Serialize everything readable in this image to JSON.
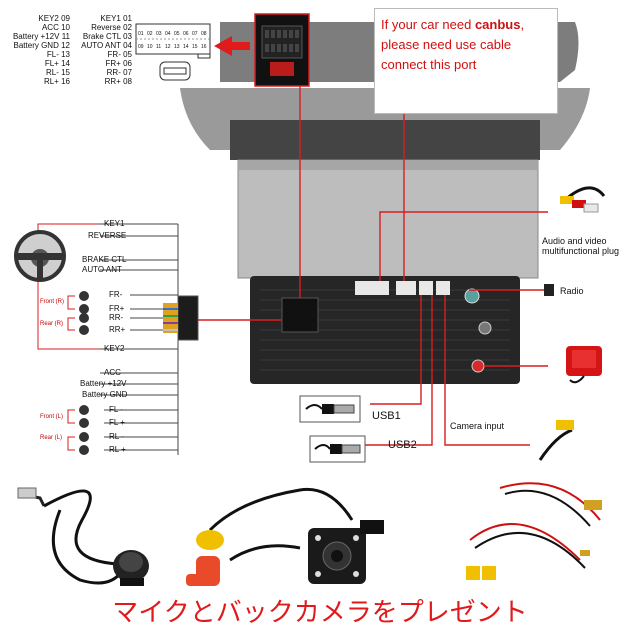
{
  "harness_pinout": {
    "left_column": [
      {
        "label": "KEY2",
        "pin": "09"
      },
      {
        "label": "ACC",
        "pin": "10"
      },
      {
        "label": "Battery +12V",
        "pin": "11"
      },
      {
        "label": "Battery GND",
        "pin": "12"
      },
      {
        "label": "FL-",
        "pin": "13"
      },
      {
        "label": "FL+",
        "pin": "14"
      },
      {
        "label": "RL-",
        "pin": "15"
      },
      {
        "label": "RL+",
        "pin": "16"
      }
    ],
    "right_column": [
      {
        "label": "KEY1",
        "pin": "01"
      },
      {
        "label": "Reverse",
        "pin": "02"
      },
      {
        "label": "Brake CTL",
        "pin": "03"
      },
      {
        "label": "AUTO ANT",
        "pin": "04"
      },
      {
        "label": "FR-",
        "pin": "05"
      },
      {
        "label": "FR+",
        "pin": "06"
      },
      {
        "label": "RR-",
        "pin": "07"
      },
      {
        "label": "RR+",
        "pin": "08"
      }
    ],
    "connector_row_top": [
      "01",
      "02",
      "03",
      "04",
      "05",
      "06",
      "07",
      "08"
    ],
    "connector_row_bottom": [
      "09",
      "10",
      "11",
      "12",
      "13",
      "14",
      "15",
      "16"
    ]
  },
  "canbus_note": {
    "line1_pre": "If your car need ",
    "line1_bold": "canbus",
    "line1_post": ",",
    "line2": "please need use cable",
    "line3": "connect this port"
  },
  "wiring_labels": {
    "key1": "KEY1",
    "reverse": "REVERSE",
    "brake": "BRAKE CTL",
    "auto_ant": "AUTO ANT",
    "front_r": "Front (R)",
    "rear_r": "Rear (R)",
    "fr_minus": "FR-",
    "fr_plus": "FR+",
    "rr_minus": "RR-",
    "rr_plus": "RR+",
    "key2": "KEY2",
    "acc": "ACC",
    "battery": "Battery +12V",
    "battery_gnd": "Battery GND",
    "front_l": "Front (L)",
    "rear_l": "Rear (L)",
    "fl_minus": "FL -",
    "fl_plus": "FL +",
    "rl_minus": "RL -",
    "rl_plus": "RL +"
  },
  "right_labels": {
    "av_line1": "Audio and video",
    "av_line2": "multifunctional plug",
    "radio": "Radio",
    "camera": "Camera input"
  },
  "usb_labels": {
    "usb1": "USB1",
    "usb2": "USB2"
  },
  "promo_text": "マイクとバックカメラをプレゼント",
  "colors": {
    "wire_red": "#d81e1e",
    "promo_red": "#e0191b",
    "panel_gray": "#b8b8b8",
    "chassis_dark": "#2a2a2a"
  }
}
